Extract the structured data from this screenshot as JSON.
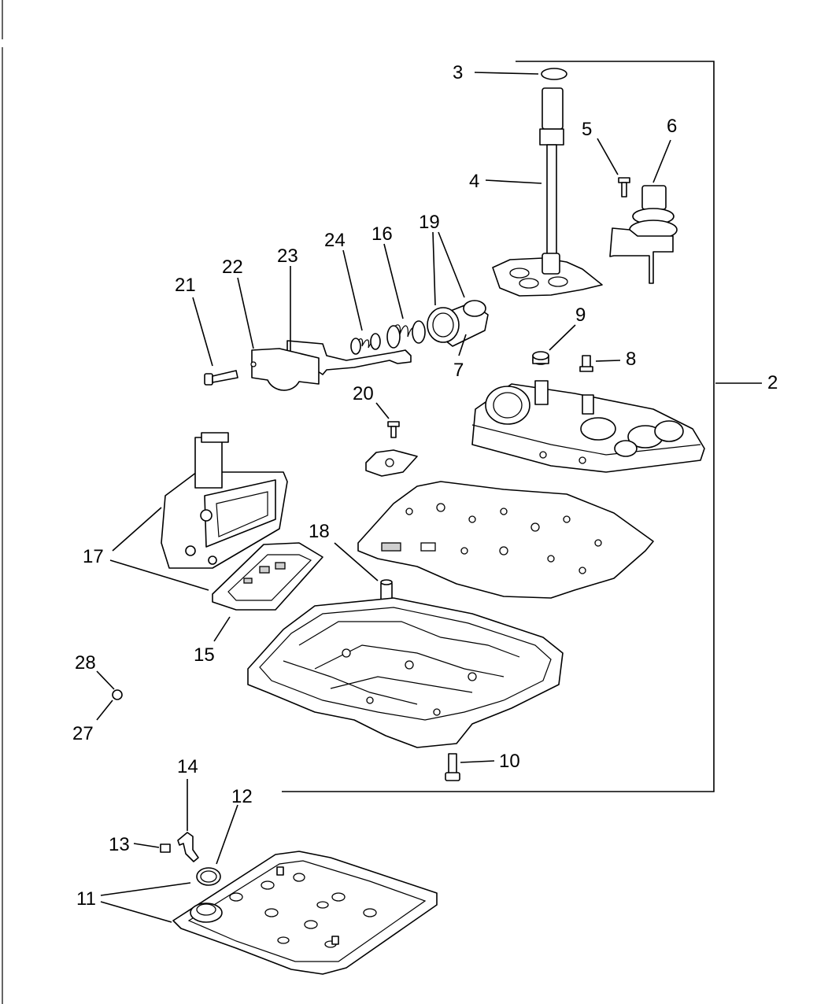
{
  "diagram": {
    "labels": {
      "l2": "2",
      "l3": "3",
      "l4": "4",
      "l5": "5",
      "l6": "6",
      "l7": "7",
      "l8": "8",
      "l9": "9",
      "l10": "10",
      "l11": "11",
      "l12": "12",
      "l13": "13",
      "l14": "14",
      "l15": "15",
      "l16": "16",
      "l17": "17",
      "l18": "18",
      "l19": "19",
      "l20": "20",
      "l21": "21",
      "l22": "22",
      "l23": "23",
      "l24": "24",
      "l27": "27",
      "l28": "28"
    },
    "parts": [
      "seal-3",
      "manual-valve-shaft-4",
      "screw-5",
      "sensor-6",
      "sleeve-7",
      "bolt-8",
      "plug-9",
      "bolt-10",
      "filter-11",
      "seal-12",
      "screw-13",
      "clip-14",
      "gasket-15",
      "spring-16",
      "solenoid-body-17",
      "pin-18",
      "accumulator-19",
      "screw-20",
      "bolt-21",
      "bracket-22",
      "lever-23",
      "spring-24",
      "plug-27-28",
      "valve-body-assembly-2"
    ]
  }
}
